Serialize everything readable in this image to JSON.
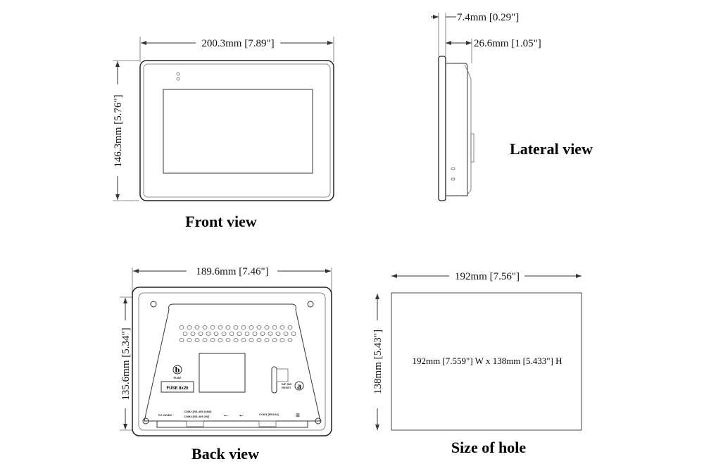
{
  "front": {
    "title": "Front view",
    "width": "200.3mm [7.89\"]",
    "height": "146.3mm [5.76\"]"
  },
  "lateral": {
    "title": "Lateral view",
    "bezel": "7.4mm [0.29\"]",
    "depth": "26.6mm [1.05\"]"
  },
  "back": {
    "title": "Back view",
    "width": "189.6mm [7.46\"]",
    "height": "135.6mm [5.34\"]",
    "labels": {
      "b": "b",
      "a": "a",
      "fuse": "FUSE",
      "fuse_box": "FUSE 8x20",
      "dip": "DIP SW",
      "reset": "RESET",
      "power": "FG 24VDC",
      "com2": "COM2 [RS-485 2/4W]",
      "com3": "COM3 [RS-485 2W]",
      "com1": "COM1 [RS232]"
    }
  },
  "hole": {
    "title": "Size of hole",
    "width": "192mm [7.56\"]",
    "height": "138mm [5.43\"]",
    "note": "192mm [7.559\"] W x 138mm [5.433\"] H"
  }
}
